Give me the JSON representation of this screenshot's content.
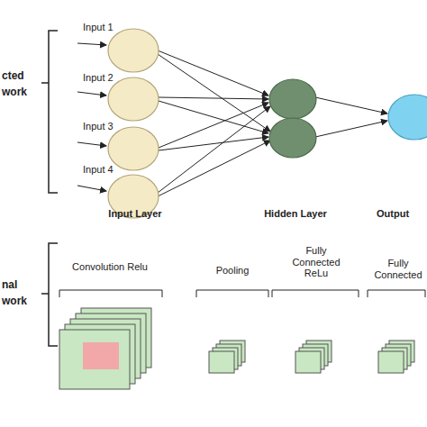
{
  "diagram": {
    "labels": [
      "cted",
      "work",
      "Input 1",
      "Input 2",
      "Input 3",
      "Input 4",
      "Input Layer",
      "Hidden Layer",
      "Output",
      "Convolution Relu",
      "Pooling",
      "Fully Connected ReLu",
      "Fully Connected",
      "nal",
      "work"
    ]
  }
}
